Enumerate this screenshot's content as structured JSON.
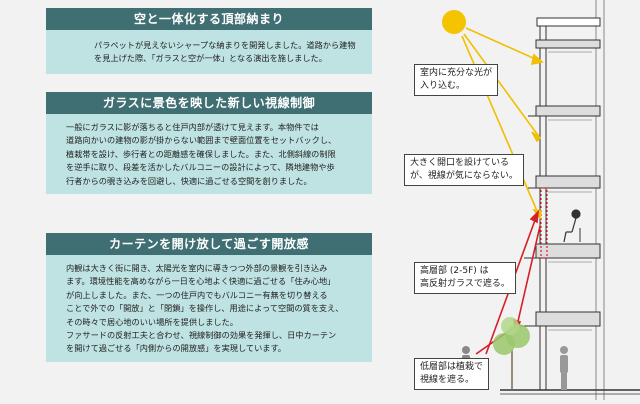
{
  "sections": [
    {
      "title": "空と一体化する頂部納まり",
      "lines": [
        "パラペットが見えないシャープな納まりを開発しました。道路から建物",
        "を見上げた際、「ガラスと空が一体」となる演出を施しました。"
      ]
    },
    {
      "title": "ガラスに景色を映した新しい視線制御",
      "lines": [
        "一般にガラスに影が落ちると住戸内部が透けて見えます。本物件では",
        "道路向かいの建物の影が掛からない範囲まで壁面位置をセットバックし、",
        "植栽帯を設け、歩行者との距離感を確保しました。また、北側斜線の制限",
        "を逆手に取り、段差を活かしたバルコニーの設計によって、隣地建物や歩",
        "行者からの覗き込みを回避し、快適に過ごせる空間を創りました。"
      ]
    },
    {
      "title": "カーテンを開け放して過ごす開放感",
      "lines": [
        "内観は大きく街に開き、太陽光を室内に導きつつ外部の景観を引き込み",
        "ます。環境性能を高めながら一日を心地よく快適に過ごせる「住み心地」",
        "が向上しました。また、一つの住戸内でもバルコニー有無を切り替える",
        "ことで外での「開放」と「閉鎖」を操作し、用途によって空間の質を支え、",
        "その時々で居心地のいい場所を提供しました。",
        "ファサードの反射工夫と合わせ、視線制御の効果を発揮し、日中カーテン",
        "を開けて過ごせる「内側からの開放感」を実現しています。"
      ]
    }
  ],
  "callouts": {
    "light": [
      "室内に充分な光が",
      "入り込む。"
    ],
    "opening": [
      "大きく開口を設けている",
      "が、視線が気にならない。"
    ],
    "glass": [
      "高層部 (2-5F) は",
      "高反射ガラスで遮る。"
    ],
    "planting": [
      "低層部は植栽で",
      "視線を遮る。"
    ]
  },
  "colors": {
    "header": "#3f6e73",
    "body": "#bfe3e2",
    "sun": "#f5c400",
    "arrow_yellow": "#f0c000",
    "arrow_red": "#d61f26",
    "tree": "#9ac86a"
  }
}
